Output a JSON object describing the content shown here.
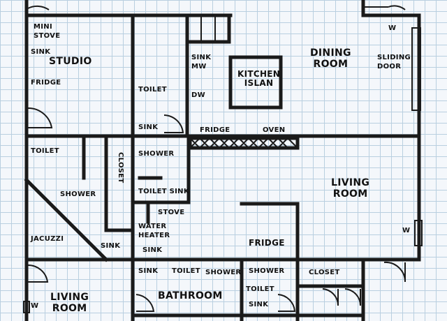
{
  "rooms": {
    "studio": "STUDIO",
    "dining": [
      "DINING",
      "ROOM"
    ],
    "living_right": [
      "LIVING",
      "ROOM"
    ],
    "living_left": [
      "LIVING",
      "ROOM"
    ],
    "bathroom": "BATHROOM",
    "kitchen_island": [
      "KITCHEN",
      "ISLAN"
    ],
    "closet_center": "CLOSET",
    "closet_bottom": "CLOSET",
    "jacuzzi": "JACUZZI",
    "sliding_door": [
      "SLIDING",
      "DOOR"
    ]
  },
  "fixtures": {
    "mini_stove": [
      "MINI",
      "STOVE"
    ],
    "studio_sink": "SINK",
    "studio_fridge": "FRIDGE",
    "toilet_top": "TOILET",
    "sink_top": "SINK",
    "kitchen_sink_mw": [
      "SINK",
      "MW"
    ],
    "dw": "DW",
    "kitchen_fridge": "FRIDGE",
    "oven": "OVEN",
    "toilet_left": "TOILET",
    "shower_left": "SHOWER",
    "shower_center": "SHOWER",
    "toilet_sink_center": "TOILET SINK",
    "stove_center": "STOVE",
    "water_heater": [
      "WATER",
      "HEATER"
    ],
    "sink_center": "SINK",
    "sink_jacuzzi": "SINK",
    "fridge_lower": "FRIDGE",
    "bath_sink": "SINK",
    "bath_toilet": "TOILET",
    "bath_shower": "SHOWER",
    "shower_right": "SHOWER",
    "toilet_right": "TOILET",
    "sink_right": "SINK",
    "w_top": "W",
    "w_right": "W",
    "w_left": "W"
  }
}
